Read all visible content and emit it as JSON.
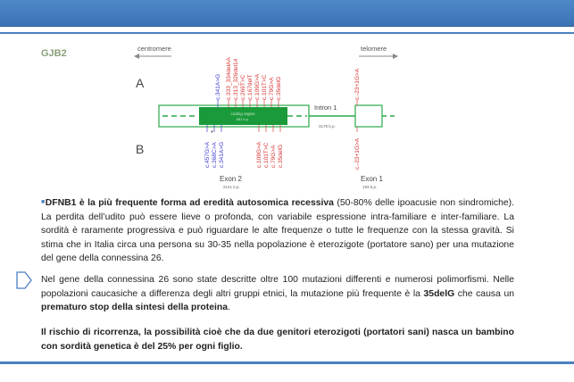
{
  "slide": {
    "label": "GJB2"
  },
  "diagram": {
    "centromere_label": "centromere",
    "telomere_label": "telomere",
    "row_a_label": "A",
    "row_b_label": "B",
    "intron_label": "Intron 1",
    "intron_size": "3179 b.p.",
    "coding_region_label": "coding region",
    "coding_region_size": "681 b.p.",
    "exon2_label": "Exon 2",
    "exon2_size": "2141 b.p.",
    "exon1_label": "Exon 1",
    "exon1_size": "193 b.p.",
    "mutations_a_blue": [
      "c.341A>G"
    ],
    "mutations_a_red": [
      "c.333_334delAA",
      "c.313_326del14",
      "c.269T>C",
      "c.167delT",
      "c.109G>A",
      "c.101T>C",
      "c.79G>A",
      "c.35delG"
    ],
    "mutation_a_exon1": "c.-23+1G>A",
    "mutations_b_blue": [
      "c.457G>A",
      "c.368C>A",
      "c.341A>G"
    ],
    "mutations_b_red": [
      "c.109G>A",
      "c.101T>C",
      "c.79G>A",
      "c.35delG"
    ],
    "mutation_b_exon1": "c.-23+1G>A",
    "marker_star": "*",
    "colors": {
      "coding": "#1a9a3a",
      "exon_outline": "#2aa84a",
      "mutation_blue": "#3a3ad0",
      "mutation_red": "#d83030",
      "connector_red": "#d84040"
    }
  },
  "paragraph1": {
    "bold_part": "DFNB1 è la più frequente forma ad eredità autosomica recessiva",
    "rest": " (50-80% delle ipoacusie non sindromiche). La perdita dell’udito può essere lieve o profonda, con variabile espressione intra-familiare e inter-familiare. La sordità è raramente progressiva e può riguardare le alte frequenze o tutte le frequenze con la stessa gravità. Si stima che in Italia circa una persona su 30-35 nella popolazione è eterozigote (portatore sano) per una mutazione del gene della connessina 26."
  },
  "paragraph2": {
    "part1": "Nel gene della connessina 26 sono state descritte oltre 100 mutazioni differenti e numerosi polimorfismi. Nelle popolazioni caucasiche a differenza degli altri gruppi etnici, la mutazione più frequente è la ",
    "bold1": "35delG",
    "part2": " che causa un ",
    "bold2": "prematuro stop della sintesi della proteina",
    "part3": "."
  },
  "paragraph3": {
    "text": "Il rischio di ricorrenza, la possibilità cioè che da due genitori eterozigoti (portatori sani) nasca un bambino con sordità genetica è del 25% per ogni figlio."
  }
}
